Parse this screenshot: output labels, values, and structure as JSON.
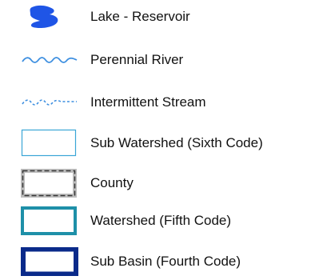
{
  "legend": {
    "items": [
      {
        "label": "Lake - Reservoir",
        "symbol": "lake-reservoir-icon",
        "color": "#1f55e6"
      },
      {
        "label": "Perennial River",
        "symbol": "perennial-river-icon",
        "color": "#3d8fe0"
      },
      {
        "label": "Intermittent Stream",
        "symbol": "intermittent-stream-icon",
        "color": "#3d8fe0"
      },
      {
        "label": "Sub Watershed (Sixth Code)",
        "symbol": "sub-watershed-icon",
        "color": "#3aa6d6"
      },
      {
        "label": "County",
        "symbol": "county-icon",
        "color": "#555555"
      },
      {
        "label": "Watershed (Fifth Code)",
        "symbol": "watershed-icon",
        "color": "#1e90a8"
      },
      {
        "label": "Sub Basin (Fourth Code)",
        "symbol": "sub-basin-icon",
        "color": "#0a2a8a"
      }
    ]
  }
}
